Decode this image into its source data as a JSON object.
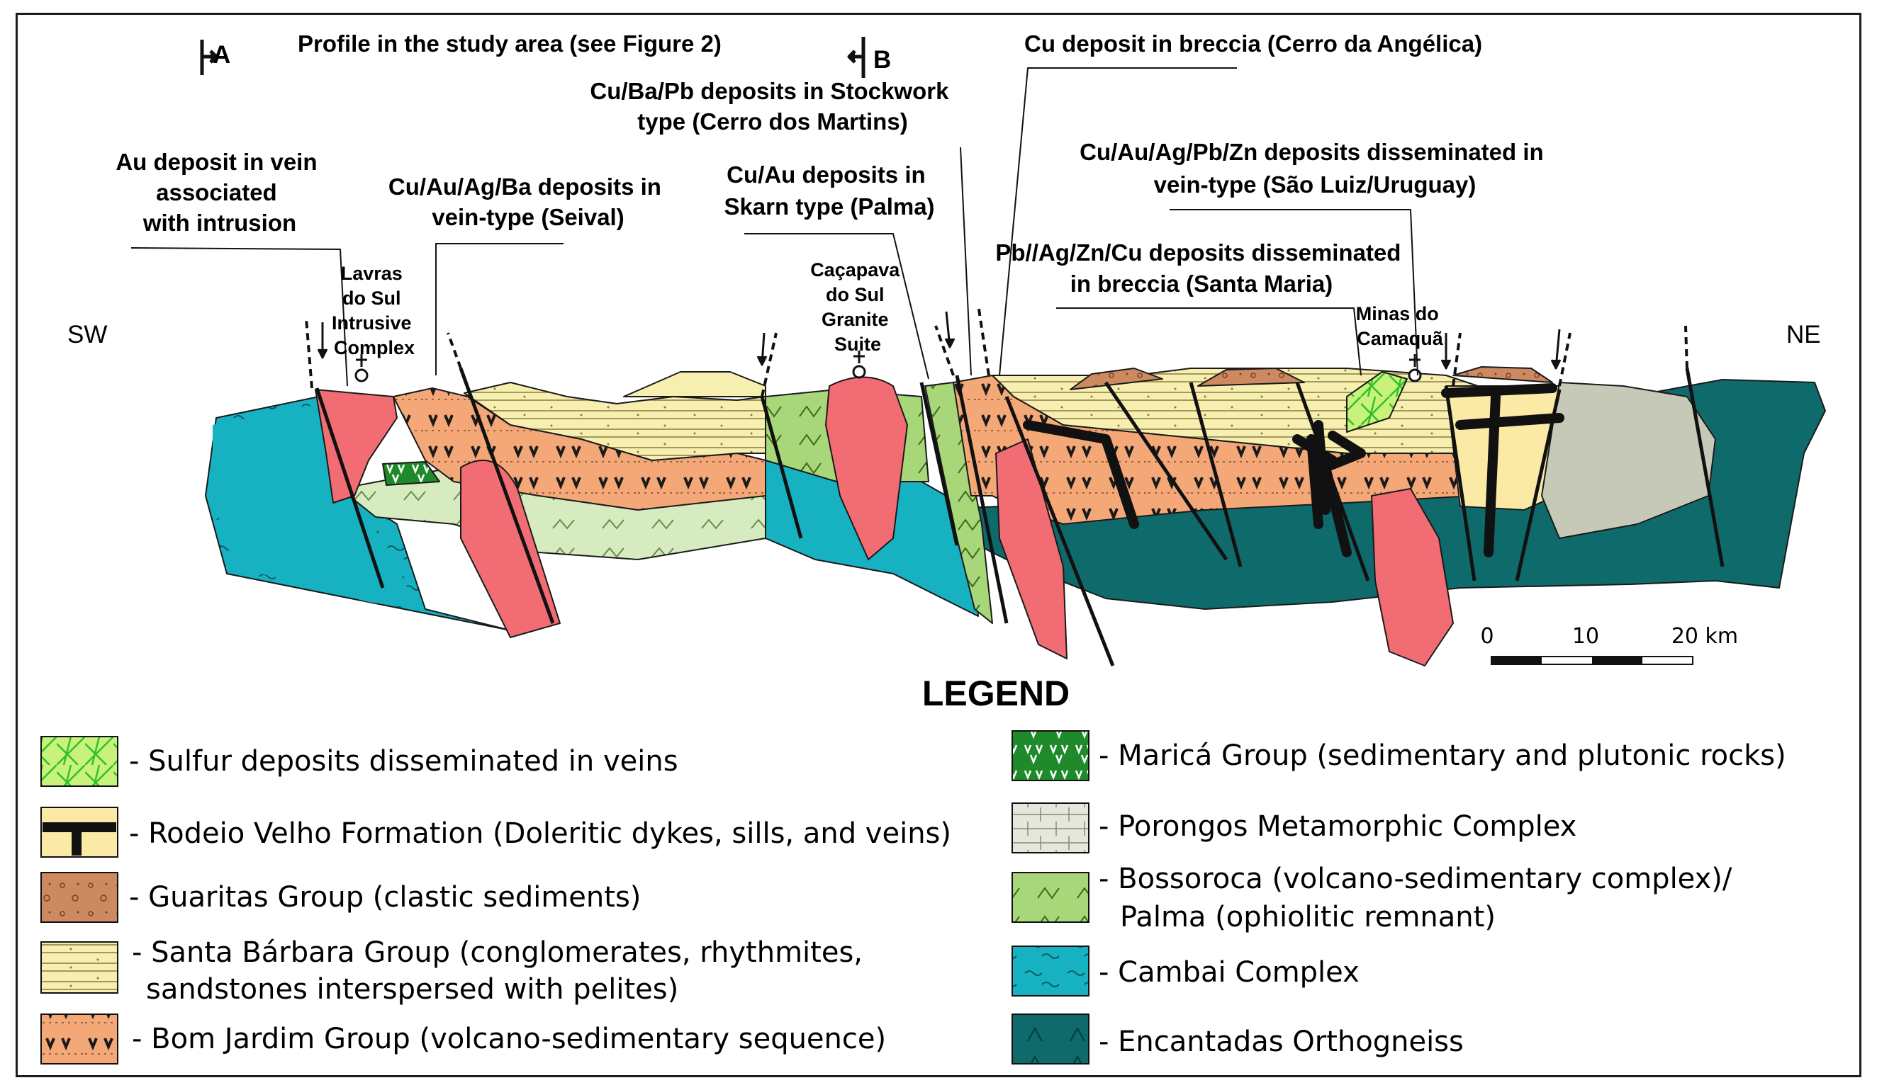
{
  "profile": {
    "endpoint_a": "A",
    "endpoint_b": "B",
    "direction_left": "SW",
    "direction_right": "NE",
    "profile_note": "Profile in the study area (see Figure 2)"
  },
  "deposits": [
    {
      "lines": [
        "Au deposit in vein",
        "associated",
        "with intrusion"
      ]
    },
    {
      "lines": [
        "Cu/Au/Ag/Ba deposits in",
        "vein-type (Seival)"
      ]
    },
    {
      "lines": [
        "Cu/Ba/Pb deposits in Stockwork",
        "type (Cerro dos Martins)"
      ]
    },
    {
      "lines": [
        "Cu/Au deposits in",
        "Skarn type (Palma)"
      ]
    },
    {
      "lines": [
        "Cu deposit in breccia (Cerro da Angélica)"
      ]
    },
    {
      "lines": [
        "Cu/Au/Ag/Pb/Zn deposits disseminated in",
        "vein-type (São Luiz/Uruguay)"
      ]
    },
    {
      "lines": [
        "Pb//Ag/Zn/Cu deposits disseminated",
        "in breccia (Santa Maria)"
      ]
    }
  ],
  "localities": [
    {
      "lines": [
        "Lavras",
        "do Sul",
        "Intrusive",
        "Complex"
      ]
    },
    {
      "lines": [
        "Caçapava",
        "do Sul",
        "Granite",
        "Suite"
      ]
    },
    {
      "lines": [
        "Minas do",
        "Camaquã"
      ]
    }
  ],
  "scale_bar": {
    "ticks": [
      "0",
      "10",
      "20 km"
    ]
  },
  "legend": {
    "title": "LEGEND",
    "items": [
      {
        "text": [
          "- Sulfur deposits disseminated in veins"
        ],
        "color": "#c9f27a"
      },
      {
        "text": [
          "- Rodeio Velho Formation (Doleritic dykes, sills, and veins)"
        ],
        "color": "#fbe9a6"
      },
      {
        "text": [
          "- Guaritas Group (clastic sediments)"
        ],
        "color": "#cd8a61"
      },
      {
        "text": [
          "- Santa Bárbara Group (conglomerates, rhythmites,",
          "sandstones interspersed with pelites)"
        ],
        "color": "#f7efb0"
      },
      {
        "text": [
          "- Bom Jardim Group (volcano-sedimentary sequence)"
        ],
        "color": "#f4a878"
      },
      {
        "text": [
          "- Maricá Group (sedimentary and plutonic rocks)"
        ],
        "color": "#1f8a2a"
      },
      {
        "text": [
          "- Porongos Metamorphic Complex"
        ],
        "color": "#c7c9b8"
      },
      {
        "text": [
          "- Bossoroca (volcano-sedimentary complex)/",
          "Palma (ophiolitic remnant)"
        ],
        "color": "#a8d77a"
      },
      {
        "text": [
          "- Cambai Complex"
        ],
        "color": "#17b2c2"
      },
      {
        "text": [
          "- Encantadas Orthogneiss"
        ],
        "color": "#0f6a6c"
      }
    ]
  }
}
